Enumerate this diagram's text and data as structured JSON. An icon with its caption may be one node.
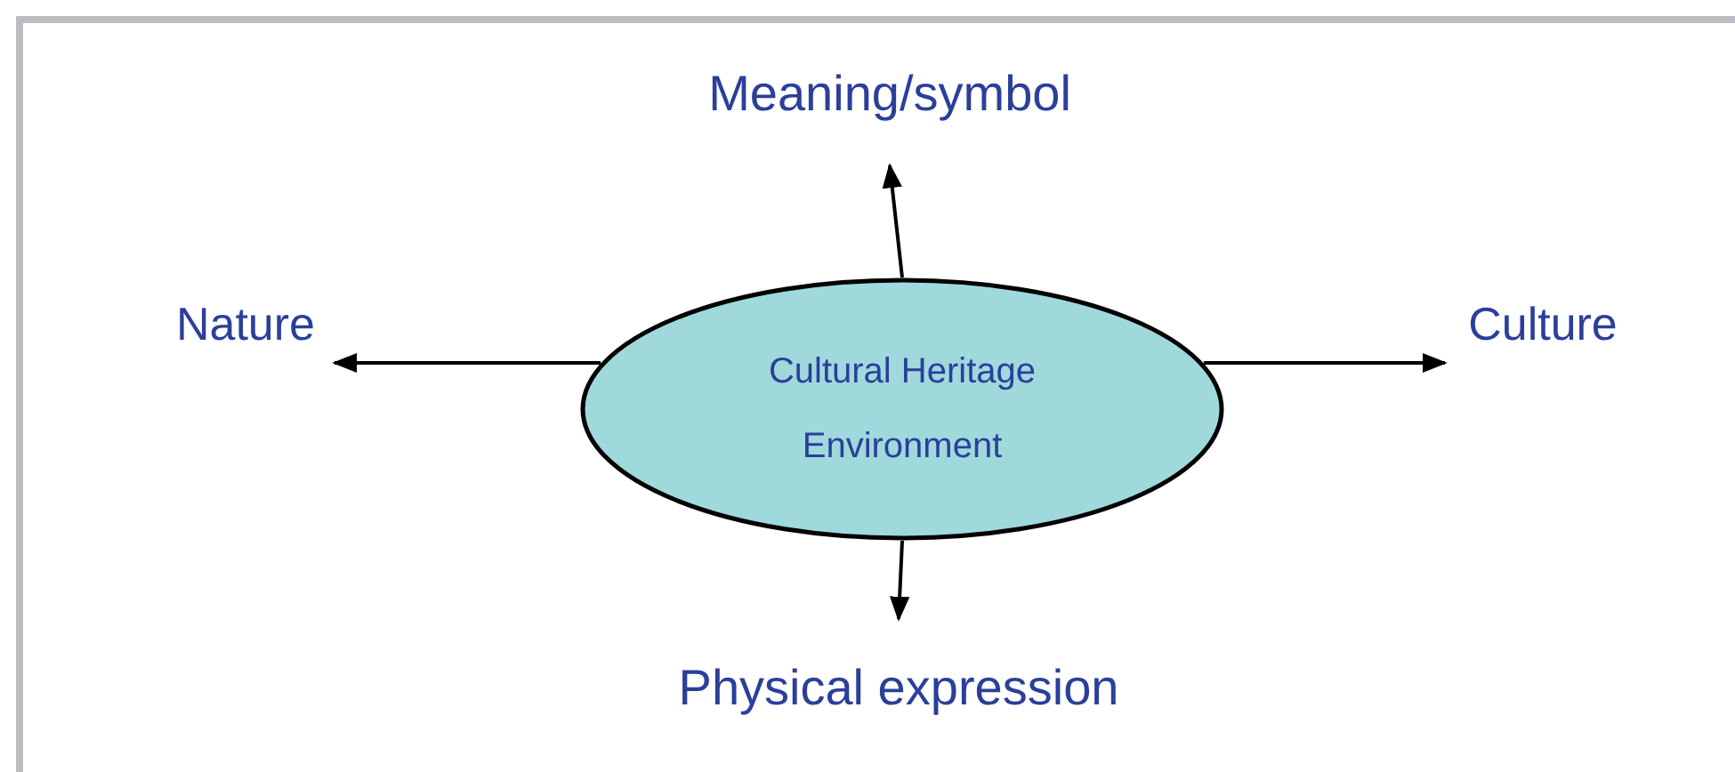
{
  "diagram": {
    "nodes": [
      {
        "text": [
          "Cultural Heritage Environment"
        ]
      },
      {
        "text": [
          "Meaning/symbol"
        ]
      },
      {
        "text": [
          "Nature"
        ]
      },
      {
        "text": [
          "Culture"
        ]
      },
      {
        "text": [
          "Physical expression"
        ]
      }
    ],
    "edges": [
      {
        "from": 0,
        "to": 1,
        "arrow": "to"
      },
      {
        "from": 0,
        "to": 2,
        "arrow": "to"
      },
      {
        "from": 0,
        "to": 3,
        "arrow": "to"
      },
      {
        "from": 0,
        "to": 4,
        "arrow": "to"
      }
    ]
  }
}
